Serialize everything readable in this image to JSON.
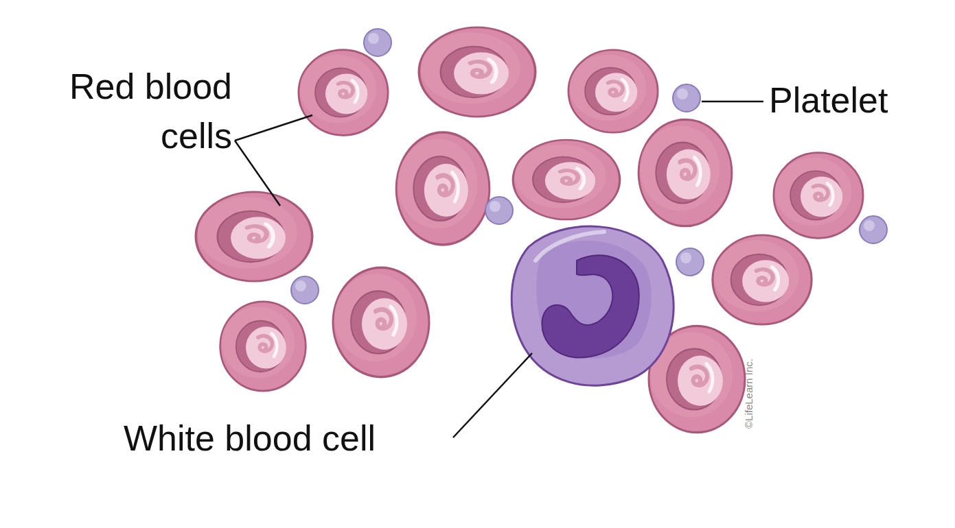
{
  "diagram": {
    "labels": [
      "Red blood cells",
      "Platelet",
      "White blood cell",
      "©LifeLearn Inc."
    ]
  }
}
